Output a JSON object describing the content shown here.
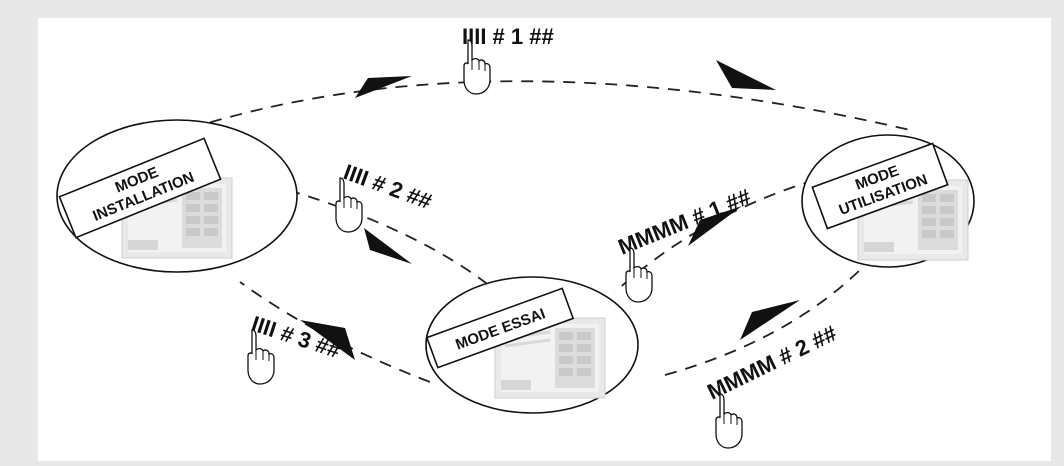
{
  "diagram": {
    "modes": {
      "installation": {
        "line1": "MODE",
        "line2": "INSTALLATION"
      },
      "essai": {
        "line1": "MODE ESSAI"
      },
      "utilisation": {
        "line1": "MODE",
        "line2": "UTILISATION"
      }
    },
    "transitions": {
      "install_to_util": "IIII  #  1  ##",
      "install_to_essai": "IIII  #  2  ##",
      "essai_to_install": "IIII  #  3  ##",
      "util_to_essai": "MMMM  #  1  ##",
      "essai_to_util": "MMMM  #  2  ##"
    }
  }
}
